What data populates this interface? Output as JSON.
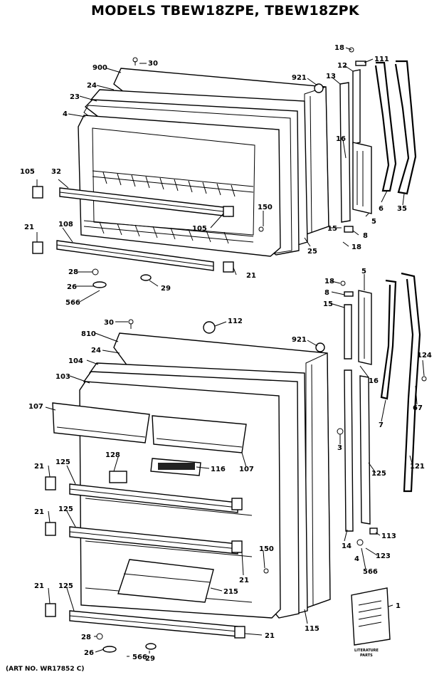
{
  "title": "MODELS TBEW18ZPE, TBEW18ZPK",
  "art_no": "(ART NO. WR17852 C)",
  "literature": [
    "LITERATURE",
    "PARTS"
  ],
  "labels": {
    "l18a": "18",
    "l111": "111",
    "l900": "900",
    "l30a": "30",
    "l12": "12",
    "l921a": "921",
    "l13": "13",
    "l24a": "24",
    "l23": "23",
    "l4a": "4",
    "l16a": "16",
    "l105a": "105",
    "l32": "32",
    "l6a": "6",
    "l35": "35",
    "l150a": "150",
    "l21a": "21",
    "l108": "108",
    "l105b": "105",
    "l15a": "15",
    "l5a": "5",
    "l8a": "8",
    "l25": "25",
    "l18b": "18",
    "l28a": "28",
    "l21b": "21",
    "l26a": "26",
    "l29a": "29",
    "l566a": "566",
    "l18c": "18",
    "l5b": "5",
    "l8b": "8",
    "l15b": "15",
    "l30b": "30",
    "l112": "112",
    "l810": "810",
    "l921b": "921",
    "l24b": "24",
    "l104": "104",
    "l124": "124",
    "l103": "103",
    "l16b": "16",
    "l107a": "107",
    "l67": "67",
    "l7": "7",
    "l3": "3",
    "l128": "128",
    "l125a": "125",
    "l21c": "21",
    "l116": "116",
    "l107b": "107",
    "l125b": "125",
    "l121": "121",
    "l21d": "21",
    "l125c": "125",
    "l150b": "150",
    "l14": "14",
    "l113": "113",
    "l123": "123",
    "l4b": "4",
    "l566b": "566",
    "l21e": "21",
    "l215": "215",
    "l21f": "21",
    "l125d": "125",
    "l1": "1",
    "l115": "115",
    "l28b": "28",
    "l21g": "21",
    "l26b": "26",
    "l566c": "566",
    "l29b": "29"
  }
}
